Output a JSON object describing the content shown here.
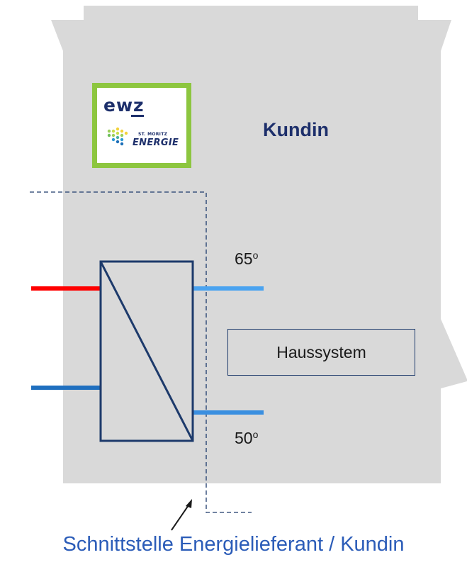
{
  "building": {
    "label": "Kundin"
  },
  "logo": {
    "brand": "ewz",
    "sub_brand_small": "ST. MORITZ",
    "sub_brand": "ENERGIE",
    "frame_color": "#8dc63f",
    "text_color": "#1d2f6b"
  },
  "heat_exchanger": {
    "supply_temp": "65",
    "return_temp": "50",
    "degree_symbol": "o",
    "supply_pipe_color": "#ff0000",
    "return_pipe_color": "#1f6fbf",
    "secondary_pipe_color": "#4aa3f0"
  },
  "house_system": {
    "label": "Haussystem"
  },
  "interface": {
    "caption": "Schnittstelle Energielieferant / Kundin"
  },
  "colors": {
    "building_fill": "#d9d9d9",
    "line_color": "#1d3a6b"
  }
}
